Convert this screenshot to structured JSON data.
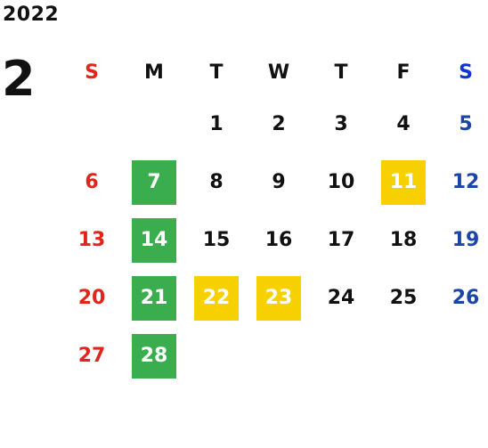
{
  "year": "2022",
  "month": "2",
  "weekdays": [
    "S",
    "M",
    "T",
    "W",
    "T",
    "F",
    "S"
  ],
  "colors": {
    "sunday": "#e0261b",
    "saturday": "#1b46a8",
    "green_highlight": "#3aae4e",
    "yellow_highlight": "#f7d000"
  },
  "weeks": [
    [
      "",
      "",
      "1",
      "2",
      "3",
      "4",
      "5"
    ],
    [
      "6",
      "7",
      "8",
      "9",
      "10",
      "11",
      "12"
    ],
    [
      "13",
      "14",
      "15",
      "16",
      "17",
      "18",
      "19"
    ],
    [
      "20",
      "21",
      "22",
      "23",
      "24",
      "25",
      "26"
    ],
    [
      "27",
      "28",
      "",
      "",
      "",
      "",
      ""
    ]
  ],
  "highlights": {
    "green": [
      "7",
      "14",
      "21",
      "28"
    ],
    "yellow": [
      "11",
      "22",
      "23"
    ]
  }
}
